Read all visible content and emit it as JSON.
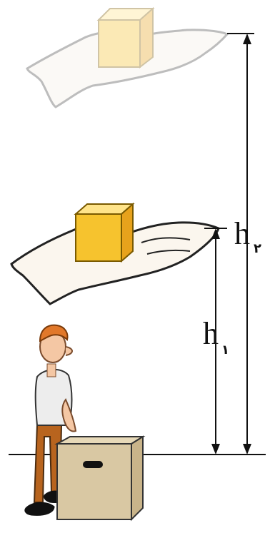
{
  "labels": {
    "h1_main": "h",
    "h1_sub": "۱",
    "h2_main": "h",
    "h2_sub": "۲"
  },
  "colors": {
    "cube_front": "#F6C32E",
    "cube_top": "#FFE48A",
    "cube_side": "#E7A21C",
    "box": "#D9C8A3",
    "line": "#111111"
  }
}
